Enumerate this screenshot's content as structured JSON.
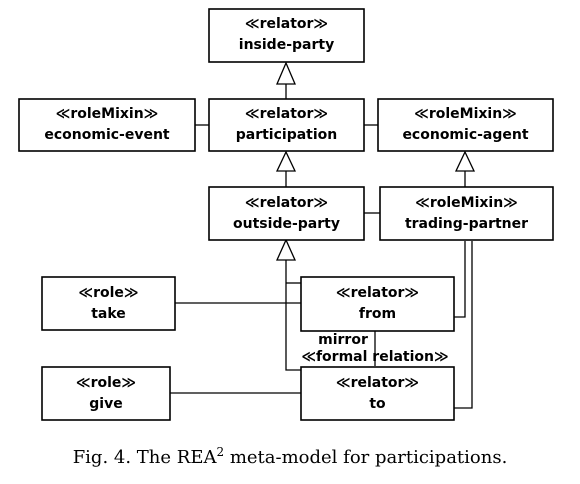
{
  "boxes": [
    {
      "id": "inside-party",
      "stereotype": "≪relator≫",
      "name": "inside-party"
    },
    {
      "id": "economic-event",
      "stereotype": "≪roleMixin≫",
      "name": "economic-event"
    },
    {
      "id": "participation",
      "stereotype": "≪relator≫",
      "name": "participation"
    },
    {
      "id": "economic-agent",
      "stereotype": "≪roleMixin≫",
      "name": "economic-agent"
    },
    {
      "id": "outside-party",
      "stereotype": "≪relator≫",
      "name": "outside-party"
    },
    {
      "id": "trading-partner",
      "stereotype": "≪roleMixin≫",
      "name": "trading-partner"
    },
    {
      "id": "take",
      "stereotype": "≪role≫",
      "name": "take"
    },
    {
      "id": "from",
      "stereotype": "≪relator≫",
      "name": "from"
    },
    {
      "id": "give",
      "stereotype": "≪role≫",
      "name": "give"
    },
    {
      "id": "to",
      "stereotype": "≪relator≫",
      "name": "to"
    }
  ],
  "relation": {
    "line1": "mirror",
    "line2": "≪formal relation≫"
  },
  "caption": {
    "prefix": "Fig. 4. The REA",
    "sup": "2",
    "suffix": " meta-model for participations."
  }
}
